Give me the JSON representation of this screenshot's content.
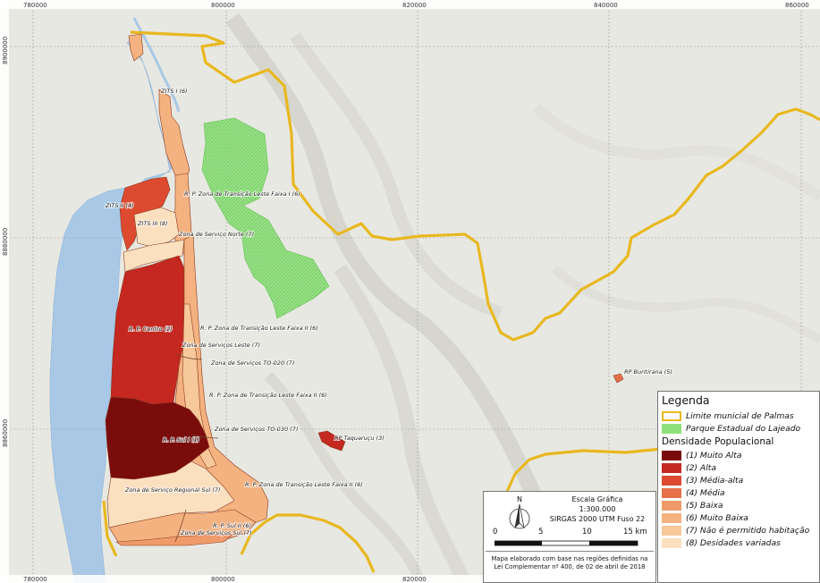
{
  "coords": {
    "x_ticks": [
      "780000",
      "800000",
      "820000",
      "840000",
      "860000"
    ],
    "y_ticks": [
      "8900000",
      "8880000",
      "8860000"
    ]
  },
  "zones": {
    "zits1": "ZITS I (6)",
    "zits2": "ZITS II (4)",
    "zits3": "ZITS III (8)",
    "rp_leste1": "R. P. Zona de Transição Leste Faixa I (6)",
    "zs_norte": "Zona de Serviço Norte (7)",
    "rp_centro": "R. P. Centro (2)",
    "rp_leste2_top": "R. P. Zona de Transição Leste Faixa II (6)",
    "zs_leste": "Zona de Serviços Leste (7)",
    "zs_to020": "Zona de Serviços TO-020 (7)",
    "rp_leste2_mid": "R. P. Zona de Transição Leste Faixa II (6)",
    "rp_sul1": "R. P. Sul I (1)",
    "zs_to030": "Zona de Serviços TO-030 (7)",
    "zs_regional_sul": "Zona de Serviço Regional Sul (7)",
    "rp_leste2_bot": "R. P. Zona de Transição Leste Faixa II (6)",
    "rp_sul2": "R. P. Sul II (6)",
    "zs_sul": "Zona de Serviços Sul (7)",
    "rp_taquarucu": "RP Taquaruçu (3)",
    "rp_buritirana": "RP Buritirana (5)"
  },
  "legend": {
    "title": "Legenda",
    "limite": "Limite municial de Palmas",
    "parque": "Parque Estadual do Lajeado",
    "densidade_title": "Densidade Populacional",
    "classes": [
      {
        "label": "(1) Muito Alta",
        "color": "#7a0c0c"
      },
      {
        "label": "(2) Alta",
        "color": "#c42820"
      },
      {
        "label": "(3) Média-alta",
        "color": "#dd4a30"
      },
      {
        "label": "(4) Média",
        "color": "#e5704a"
      },
      {
        "label": "(5) Baixa",
        "color": "#f09a6a"
      },
      {
        "label": "(6) Muito Baixa",
        "color": "#f4b280"
      },
      {
        "label": "(7) Não é permitido habitação",
        "color": "#f7c89a"
      },
      {
        "label": "(8) Desidades variadas",
        "color": "#fbe0c0"
      }
    ],
    "limite_color": "#e8b820",
    "parque_color": "#8ee07a"
  },
  "scale": {
    "title": "Escala Gráfica",
    "ratio": "1:300.000",
    "datum": "SIRGAS 2000 UTM Fuso 22",
    "north": "N",
    "ticks": [
      "0",
      "5",
      "10",
      "15 km"
    ],
    "note1": "Mapa elaborado com base nas regiões definidas na",
    "note2": "Lei Complementar nº 400, de 02 de abril de 2018"
  }
}
